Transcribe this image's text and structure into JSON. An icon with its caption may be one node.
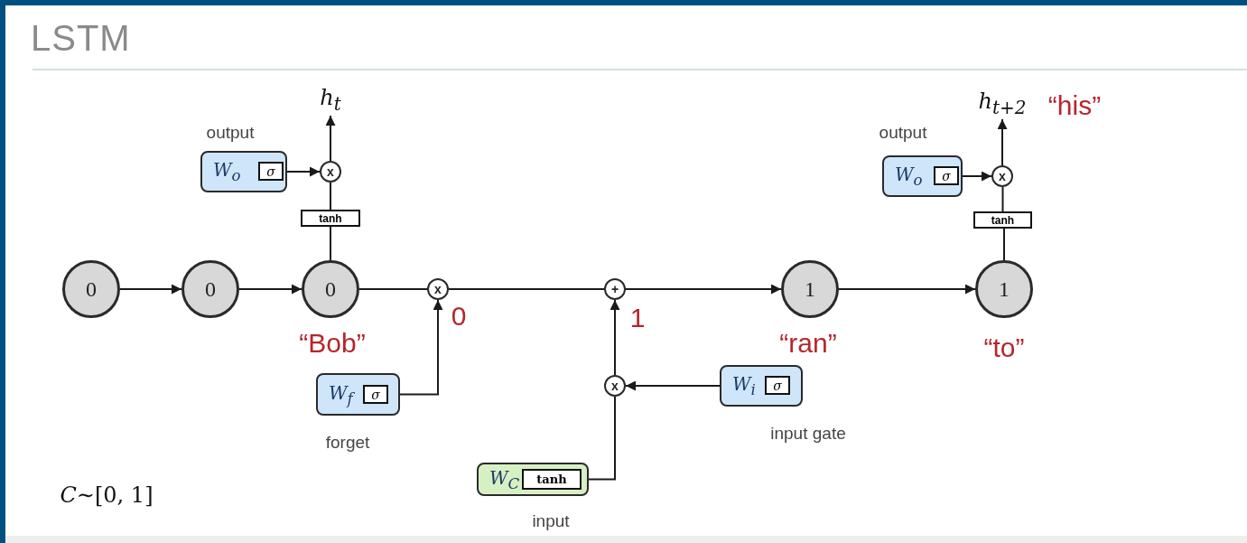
{
  "diagram": {
    "title": "LSTM",
    "nodes": [
      {
        "text": [
          "0"
        ]
      },
      {
        "text": [
          "0"
        ]
      },
      {
        "text": [
          "0"
        ],
        "beside": [
          "“Bob”"
        ]
      },
      {
        "text": [
          "x"
        ]
      },
      {
        "text": [
          "+"
        ]
      },
      {
        "text": [
          "1"
        ],
        "beside": [
          "“ran”"
        ]
      },
      {
        "text": [
          "1"
        ],
        "beside": [
          "“to”"
        ]
      },
      {
        "text": [
          "W$_{o}$"
        ],
        "beside": [
          "output"
        ]
      },
      {
        "text": [
          "σ"
        ],
        "in": 7
      },
      {
        "text": [
          "x"
        ]
      },
      {
        "text": [
          "tanh"
        ]
      },
      {
        "text": [
          "h$_{t}$"
        ]
      },
      {
        "text": [
          "W$_{f}$"
        ],
        "beside": [
          "forget"
        ]
      },
      {
        "text": [
          "σ"
        ],
        "in": 12
      },
      {
        "text": [
          "x"
        ]
      },
      {
        "text": [
          "W$_{i}$"
        ],
        "beside": [
          "input gate"
        ]
      },
      {
        "text": [
          "σ"
        ],
        "in": 15
      },
      {
        "text": [
          "W$_{C}$"
        ],
        "beside": [
          "input"
        ]
      },
      {
        "text": [
          "tanh"
        ],
        "in": 17
      },
      {
        "text": [
          "W$_{o}$"
        ],
        "beside": [
          "output"
        ]
      },
      {
        "text": [
          "σ"
        ],
        "in": 19
      },
      {
        "text": [
          "x"
        ]
      },
      {
        "text": [
          "tanh"
        ]
      },
      {
        "text": [
          "h$_{t+2}$"
        ],
        "beside": [
          "“his”"
        ]
      }
    ],
    "edges": [
      {
        "from": 0,
        "to": 1,
        "arrow": "to"
      },
      {
        "from": 1,
        "to": 2,
        "arrow": "to"
      },
      {
        "from": 2,
        "to": 3,
        "arrow": "none"
      },
      {
        "from": 3,
        "to": 4,
        "arrow": "none"
      },
      {
        "from": 4,
        "to": 5,
        "arrow": "to"
      },
      {
        "from": 5,
        "to": 6,
        "arrow": "to"
      },
      {
        "from": 2,
        "to": 10,
        "arrow": "none"
      },
      {
        "from": 10,
        "to": 9,
        "arrow": "none"
      },
      {
        "from": 9,
        "to": 11,
        "arrow": "to"
      },
      {
        "from": 8,
        "to": 9,
        "arrow": "to"
      },
      {
        "from": 12,
        "to": 3,
        "arrow": "to"
      },
      {
        "from": 17,
        "to": 14,
        "arrow": "none"
      },
      {
        "from": 14,
        "to": 4,
        "arrow": "to"
      },
      {
        "from": 15,
        "to": 14,
        "arrow": "to"
      },
      {
        "from": 6,
        "to": 22,
        "arrow": "none"
      },
      {
        "from": 22,
        "to": 21,
        "arrow": "none"
      },
      {
        "from": 21,
        "to": 23,
        "arrow": "to"
      },
      {
        "from": 20,
        "to": 21,
        "arrow": "to"
      }
    ],
    "labels": [
      "0",
      "1",
      "*C*∼[0, 1]"
    ]
  }
}
